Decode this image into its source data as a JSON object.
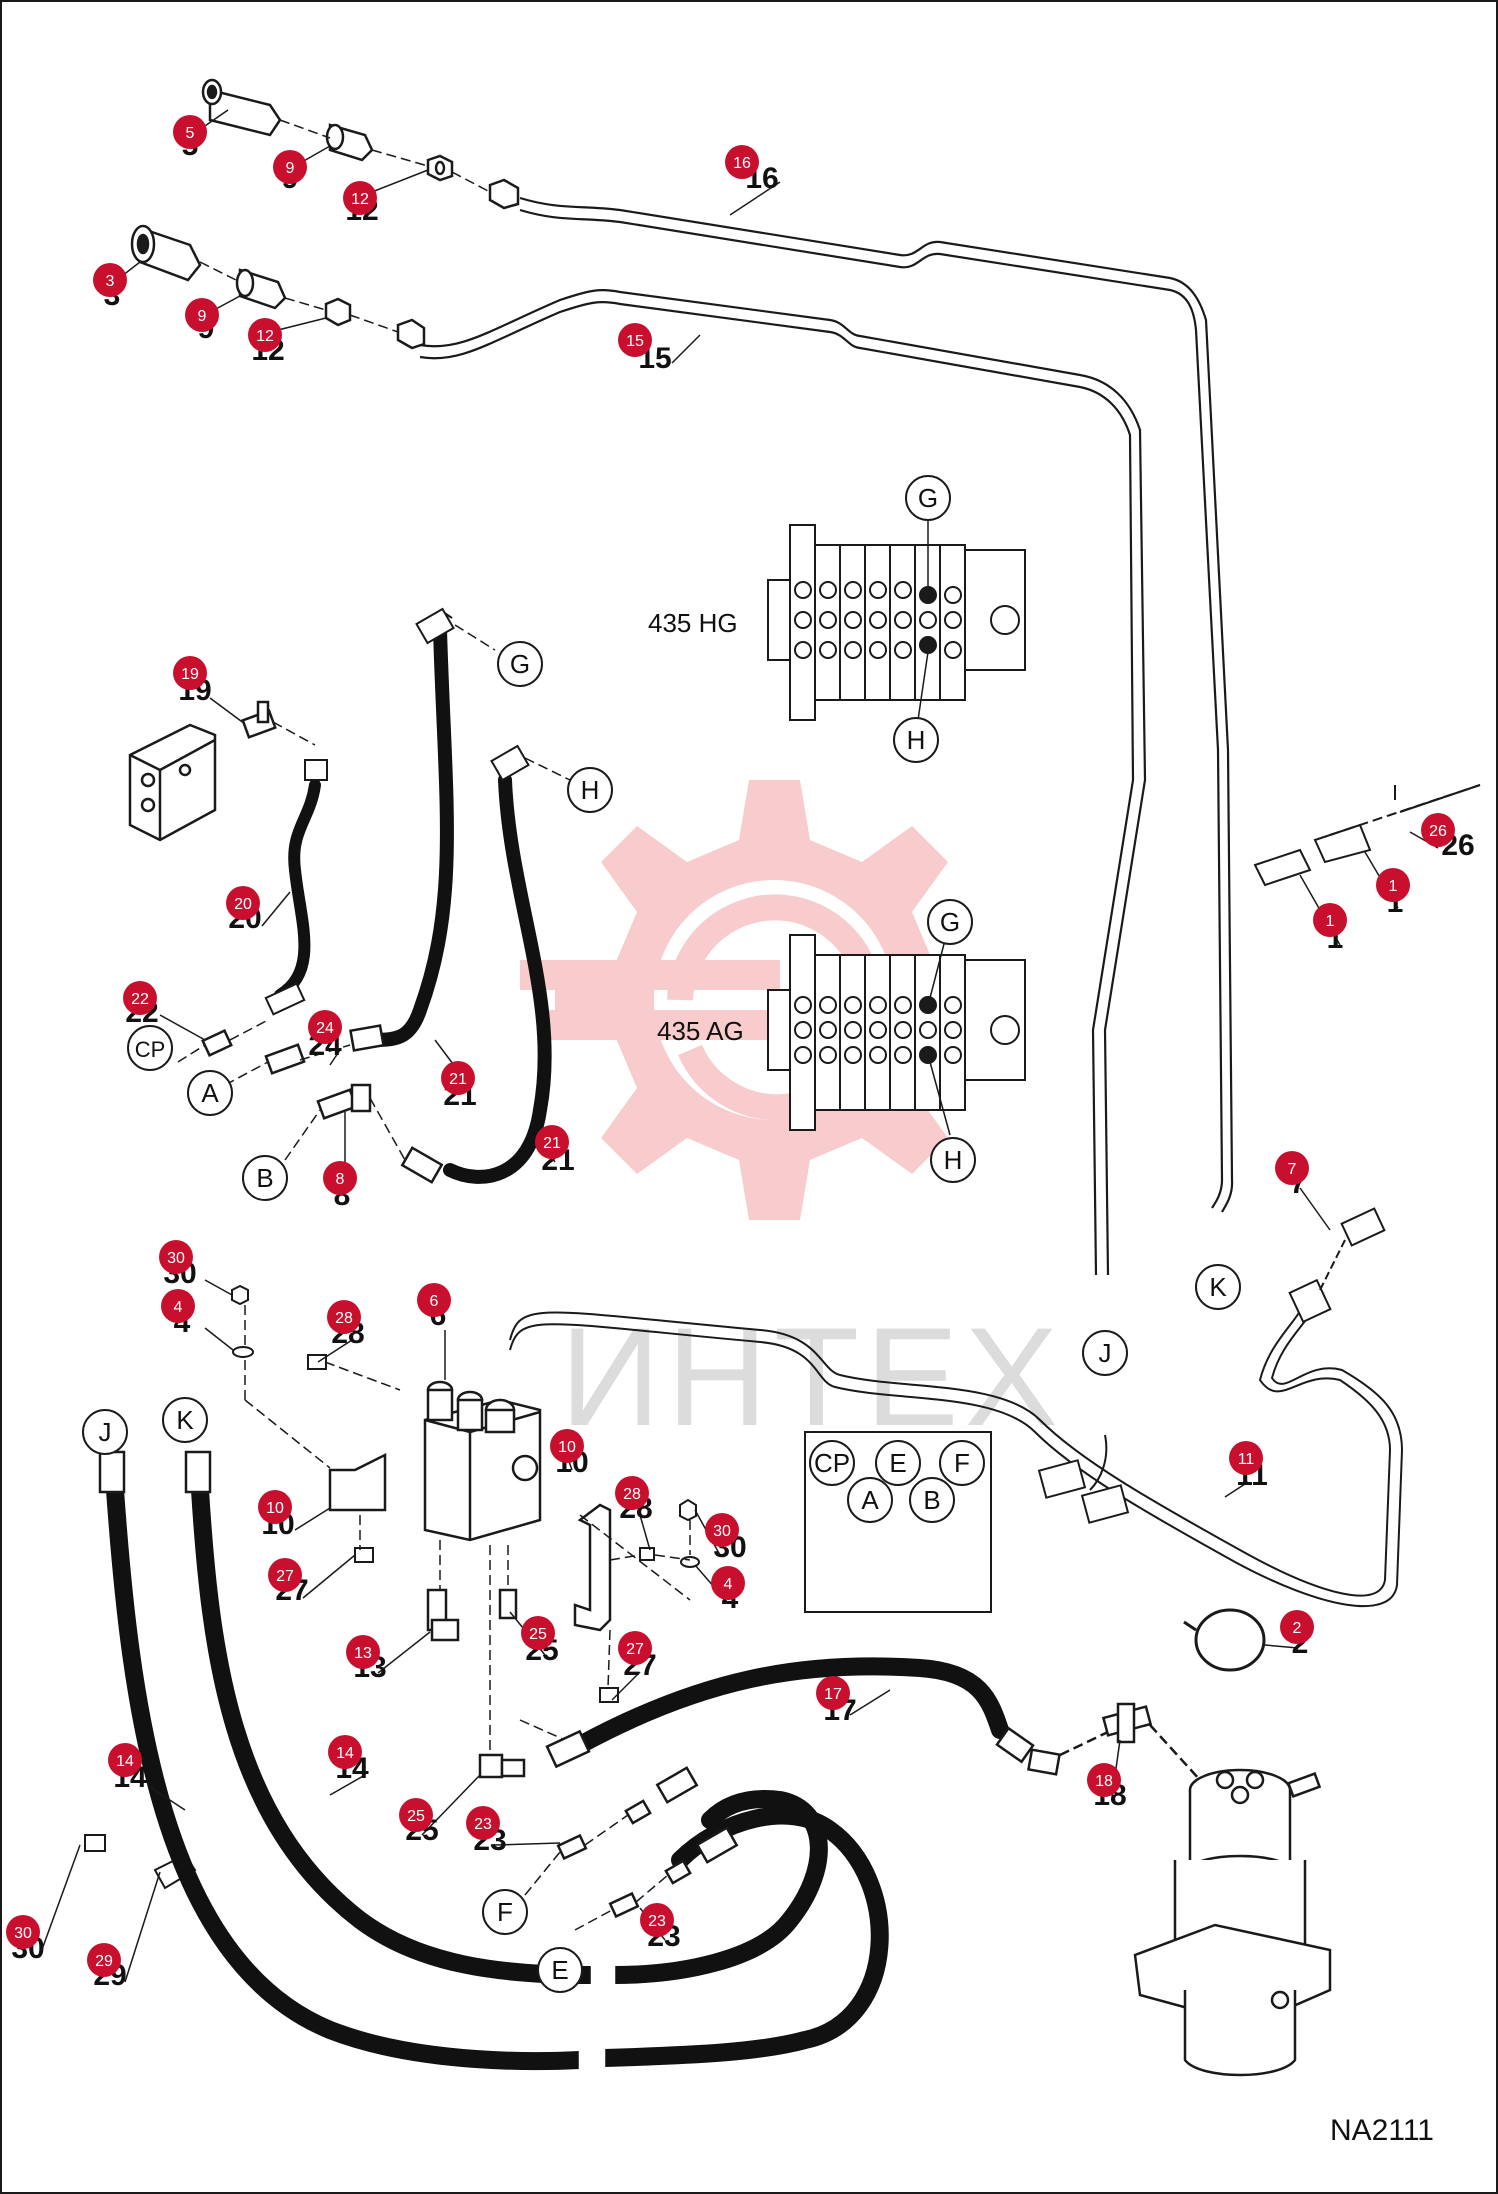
{
  "diagram": {
    "code": "NA2111",
    "watermark": "ИНТЕХ",
    "valve_labels": [
      "435 HG",
      "435 AG"
    ],
    "ports_box": [
      "CP",
      "E",
      "F",
      "A",
      "B"
    ],
    "connection_letters": [
      "G",
      "H",
      "G",
      "H",
      "G",
      "H",
      "CP",
      "A",
      "B",
      "J",
      "K",
      "J",
      "K",
      "F",
      "E"
    ],
    "callouts": [
      {
        "id": "5",
        "badge": "5",
        "label": "5"
      },
      {
        "id": "9a",
        "badge": "9",
        "label": "9"
      },
      {
        "id": "12a",
        "badge": "12",
        "label": "12"
      },
      {
        "id": "16",
        "badge": "16",
        "label": "16"
      },
      {
        "id": "3",
        "badge": "3",
        "label": "3"
      },
      {
        "id": "9b",
        "badge": "9",
        "label": "9"
      },
      {
        "id": "12b",
        "badge": "12",
        "label": "12"
      },
      {
        "id": "15",
        "badge": "15",
        "label": "15"
      },
      {
        "id": "19",
        "badge": "19",
        "label": "19"
      },
      {
        "id": "20",
        "badge": "20",
        "label": "20"
      },
      {
        "id": "22",
        "badge": "22",
        "label": "22"
      },
      {
        "id": "24",
        "badge": "24",
        "label": "24"
      },
      {
        "id": "21a",
        "badge": "21",
        "label": "21"
      },
      {
        "id": "21b",
        "badge": "21",
        "label": "21"
      },
      {
        "id": "8",
        "badge": "8",
        "label": "8"
      },
      {
        "id": "26",
        "badge": "26",
        "label": "26"
      },
      {
        "id": "1a",
        "badge": "1",
        "label": "1"
      },
      {
        "id": "1b",
        "badge": "1",
        "label": "1"
      },
      {
        "id": "7",
        "badge": "7",
        "label": "7"
      },
      {
        "id": "30a",
        "badge": "30",
        "label": "30"
      },
      {
        "id": "4a",
        "badge": "4",
        "label": "4"
      },
      {
        "id": "28a",
        "badge": "28",
        "label": "28"
      },
      {
        "id": "6",
        "badge": "6",
        "label": "6"
      },
      {
        "id": "10a",
        "badge": "10",
        "label": "10"
      },
      {
        "id": "10b",
        "badge": "10",
        "label": "10"
      },
      {
        "id": "28b",
        "badge": "28",
        "label": "28"
      },
      {
        "id": "30b",
        "badge": "30",
        "label": "30"
      },
      {
        "id": "4b",
        "badge": "4",
        "label": "4"
      },
      {
        "id": "11",
        "badge": "11",
        "label": "11"
      },
      {
        "id": "27a",
        "badge": "27",
        "label": "27"
      },
      {
        "id": "27b",
        "badge": "27",
        "label": "27"
      },
      {
        "id": "13",
        "badge": "13",
        "label": "13"
      },
      {
        "id": "25a",
        "badge": "25",
        "label": "25"
      },
      {
        "id": "2",
        "badge": "2",
        "label": "2"
      },
      {
        "id": "17",
        "badge": "17",
        "label": "17"
      },
      {
        "id": "14a",
        "badge": "14",
        "label": "14"
      },
      {
        "id": "14b",
        "badge": "14",
        "label": "14"
      },
      {
        "id": "18",
        "badge": "18",
        "label": "18"
      },
      {
        "id": "25b",
        "badge": "25",
        "label": "25"
      },
      {
        "id": "23a",
        "badge": "23",
        "label": "23"
      },
      {
        "id": "23b",
        "badge": "23",
        "label": "23"
      },
      {
        "id": "30c",
        "badge": "30",
        "label": "30"
      },
      {
        "id": "29",
        "badge": "29",
        "label": "29"
      }
    ],
    "colors": {
      "badge": "#c8102e",
      "line": "#1a1a1a",
      "hose": "#111111",
      "watermark": "#f4a3a3",
      "border": "#1a1a1a"
    }
  }
}
